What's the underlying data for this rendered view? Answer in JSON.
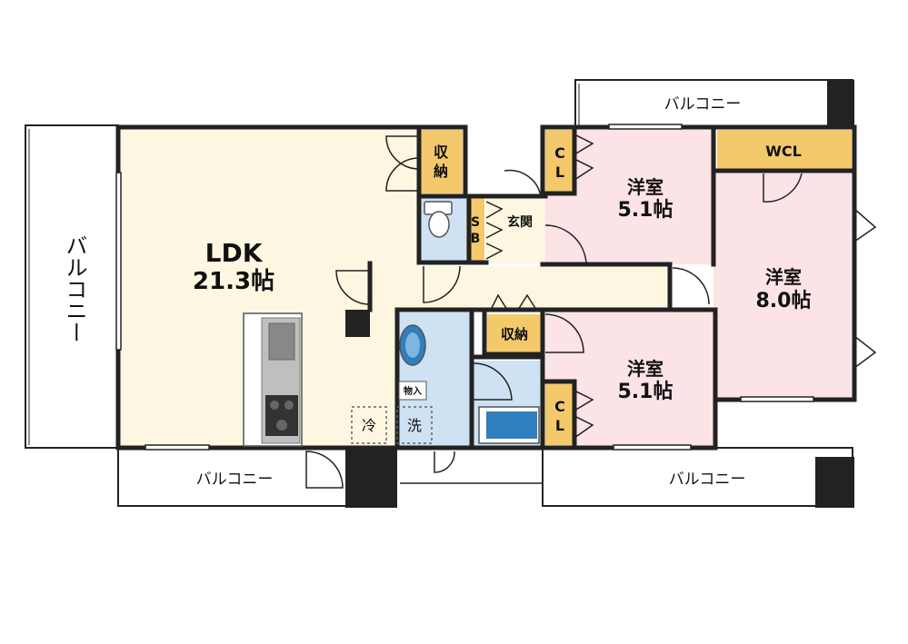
{
  "rooms": {
    "ldk": {
      "name": "LDK",
      "size": "21.3帖"
    },
    "western_ne": {
      "name": "洋室",
      "size": "5.1帖"
    },
    "western_e": {
      "name": "洋室",
      "size": "8.0帖"
    },
    "western_se": {
      "name": "洋室",
      "size": "5.1帖"
    }
  },
  "storage": {
    "ldk_storage": [
      "収",
      "納"
    ],
    "hall_storage": "収納",
    "closet_top": [
      "C",
      "L"
    ],
    "closet_bottom": [
      "C",
      "L"
    ],
    "wcl": "WCL",
    "shoe_box": [
      "S",
      "B"
    ]
  },
  "labels": {
    "entrance": "玄関",
    "fridge": "冷",
    "washer": "洗",
    "mono_ire": "物入"
  },
  "balconies": {
    "west": "バルコニー",
    "south_west": "バルコニー",
    "south_east": "バルコニー",
    "north": "バルコニー"
  },
  "colors": {
    "ldk": "#fdf6e0",
    "western": "#fbe3e6",
    "water": "#cfe2f3",
    "storage": "#f4c96b",
    "hall": "#fdf6e0",
    "wall": "#222222"
  }
}
